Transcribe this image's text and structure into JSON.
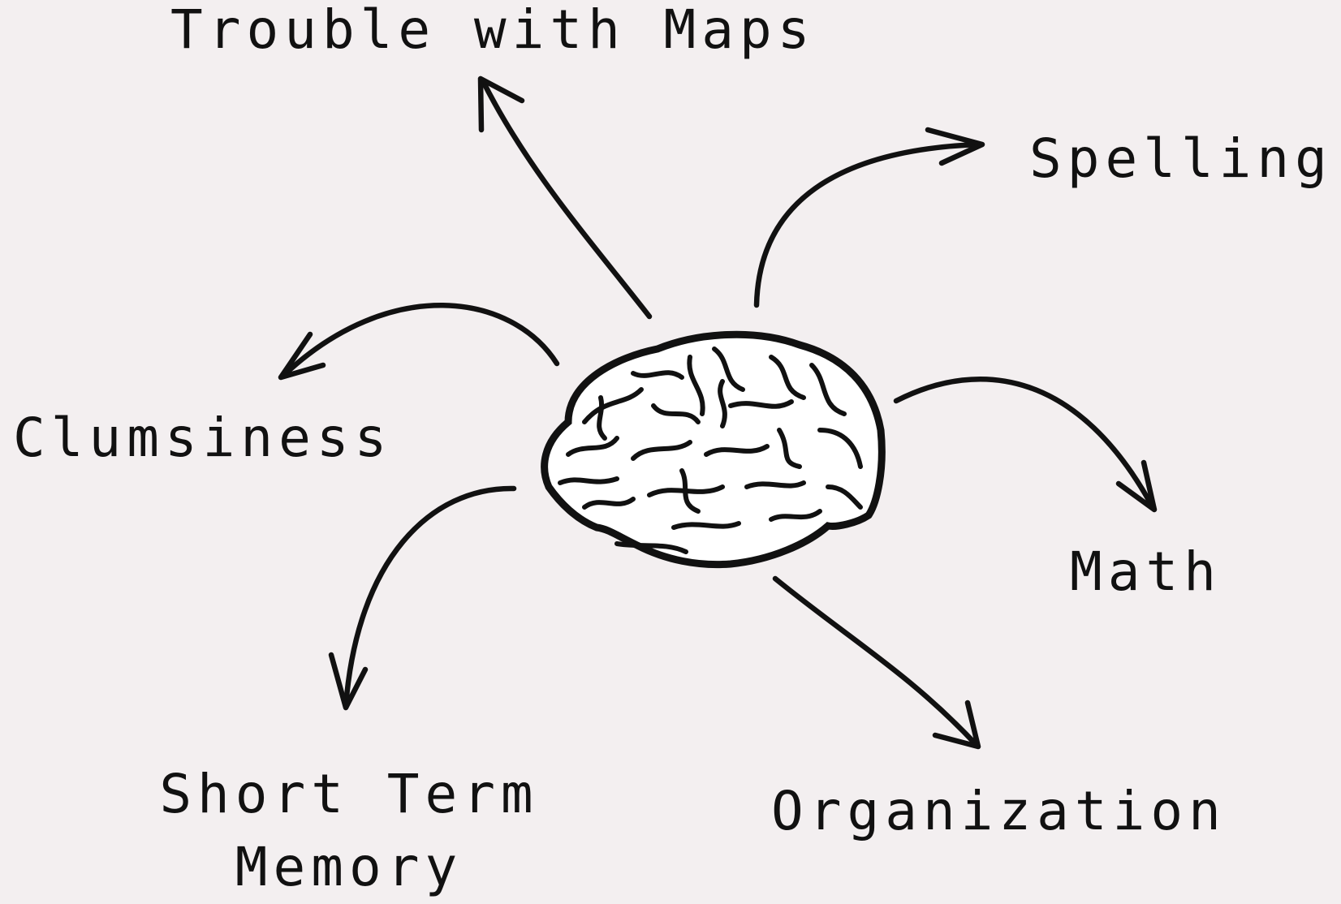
{
  "diagram": {
    "center": "brain-icon",
    "labels": {
      "maps": "Trouble with Maps",
      "spelling": "Spelling",
      "clumsiness": "Clumsiness",
      "math": "Math",
      "organization": "Organization",
      "short_term_line1": "Short Term",
      "short_term_line2": "Memory"
    }
  },
  "colors": {
    "background": "#f3eff0",
    "ink": "#111111",
    "brain_fill": "#ffffff"
  }
}
